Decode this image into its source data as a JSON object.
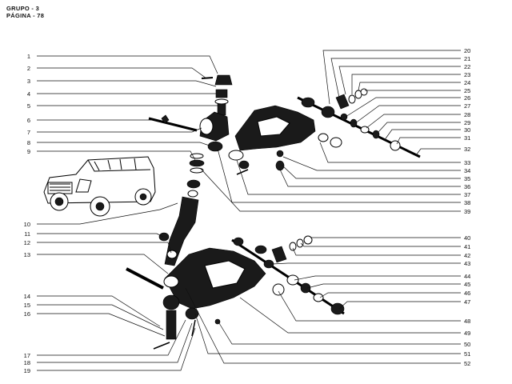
{
  "header": {
    "group_line": "GRUPO -  3",
    "page_line": "PÁGINA - 78"
  },
  "callouts_left": [
    "1",
    "2",
    "3",
    "4",
    "5",
    "6",
    "7",
    "8",
    "9",
    "10",
    "11",
    "12",
    "13",
    "14",
    "15",
    "16",
    "17",
    "18",
    "19"
  ],
  "callouts_right": [
    "20",
    "21",
    "22",
    "23",
    "24",
    "25",
    "26",
    "27",
    "28",
    "29",
    "30",
    "31",
    "32",
    "33",
    "34",
    "35",
    "36",
    "37",
    "38",
    "39",
    "40",
    "41",
    "42",
    "43",
    "44",
    "45",
    "46",
    "47",
    "48",
    "49",
    "50",
    "51",
    "52"
  ]
}
